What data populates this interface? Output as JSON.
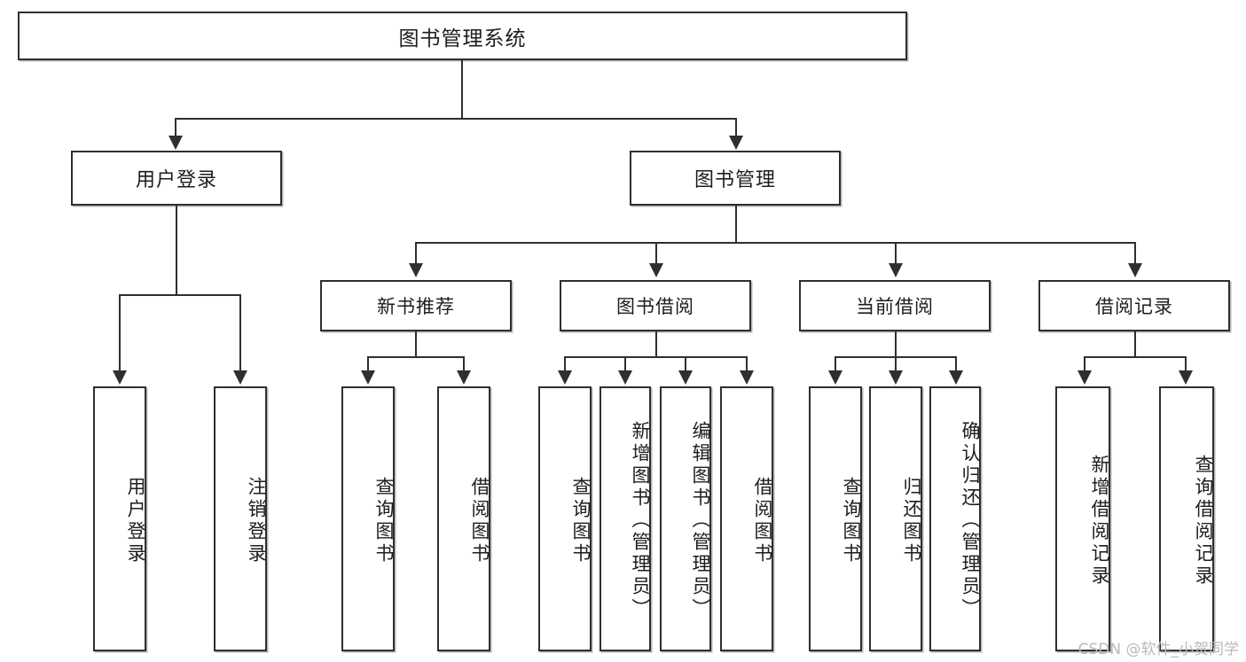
{
  "diagram": {
    "type": "tree-hierarchy-chart",
    "title": "图书管理系统",
    "orientation": "top-down",
    "colors": {
      "node_border": "#2f2f2f",
      "node_fill": "#ffffff",
      "connector": "#2f2f2f",
      "text": "#1d1d1d",
      "watermark": "#b9b9b9",
      "background": "#ffffff"
    }
  },
  "root": {
    "label": "图书管理系统"
  },
  "level2": [
    {
      "id": "user-login",
      "label": "用户登录"
    },
    {
      "id": "book-manage",
      "label": "图书管理"
    }
  ],
  "level3": [
    {
      "id": "new-book-recommend",
      "label": "新书推荐",
      "parent": "book-manage"
    },
    {
      "id": "book-borrow",
      "label": "图书借阅",
      "parent": "book-manage"
    },
    {
      "id": "current-borrow",
      "label": "当前借阅",
      "parent": "book-manage"
    },
    {
      "id": "borrow-record",
      "label": "借阅记录",
      "parent": "book-manage"
    }
  ],
  "leaves": [
    {
      "id": "leaf-user-login",
      "label": "用户登录",
      "parent": "user-login"
    },
    {
      "id": "leaf-user-logout",
      "label": "注销登录",
      "parent": "user-login"
    },
    {
      "id": "leaf-query-book-1",
      "label": "查询图书",
      "parent": "new-book-recommend"
    },
    {
      "id": "leaf-borrow-book-1",
      "label": "借阅图书",
      "parent": "new-book-recommend"
    },
    {
      "id": "leaf-query-book-2",
      "label": "查询图书",
      "parent": "book-borrow"
    },
    {
      "id": "leaf-add-book",
      "label": "新增图书（管理员）",
      "parent": "book-borrow"
    },
    {
      "id": "leaf-edit-book",
      "label": "编辑图书（管理员）",
      "parent": "book-borrow"
    },
    {
      "id": "leaf-borrow-book-2",
      "label": "借阅图书",
      "parent": "book-borrow"
    },
    {
      "id": "leaf-query-book-3",
      "label": "查询图书",
      "parent": "current-borrow"
    },
    {
      "id": "leaf-return-book",
      "label": "归还图书",
      "parent": "current-borrow"
    },
    {
      "id": "leaf-confirm-return",
      "label": "确认归还（管理员）",
      "parent": "current-borrow"
    },
    {
      "id": "leaf-add-record",
      "label": "新增借阅记录",
      "parent": "borrow-record"
    },
    {
      "id": "leaf-query-record",
      "label": "查询借阅记录",
      "parent": "borrow-record"
    }
  ],
  "watermark": {
    "text": "CSDN @软件_小贺同学"
  }
}
